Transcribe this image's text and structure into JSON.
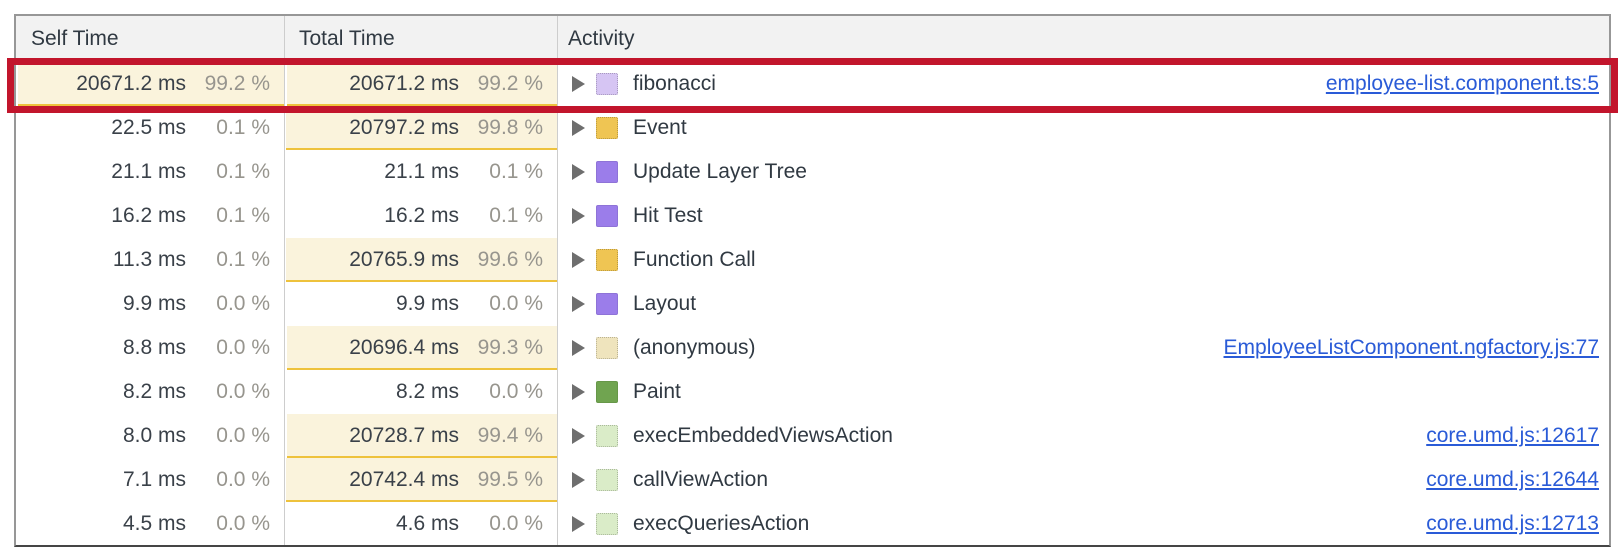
{
  "table": {
    "columns": {
      "self": "Self Time",
      "total": "Total Time",
      "activity": "Activity"
    },
    "rows": [
      {
        "self": "20671.2 ms",
        "self_pct": "99.2 %",
        "self_heat": 99.2,
        "total": "20671.2 ms",
        "total_pct": "99.2 %",
        "total_heat": 99.2,
        "activity": "fibonacci",
        "swatch": "#d6c5f3",
        "dotted": true,
        "link": "employee-list.component.ts:5",
        "highlighted": true
      },
      {
        "self": "22.5 ms",
        "self_pct": "0.1 %",
        "self_heat": 0,
        "total": "20797.2 ms",
        "total_pct": "99.8 %",
        "total_heat": 99.8,
        "activity": "Event",
        "swatch": "#efc553",
        "dotted": true,
        "link": ""
      },
      {
        "self": "21.1 ms",
        "self_pct": "0.1 %",
        "self_heat": 0,
        "total": "21.1 ms",
        "total_pct": "0.1 %",
        "total_heat": 0,
        "activity": "Update Layer Tree",
        "swatch": "#9b7dea",
        "dotted": false,
        "link": ""
      },
      {
        "self": "16.2 ms",
        "self_pct": "0.1 %",
        "self_heat": 0,
        "total": "16.2 ms",
        "total_pct": "0.1 %",
        "total_heat": 0,
        "activity": "Hit Test",
        "swatch": "#9b7dea",
        "dotted": false,
        "link": ""
      },
      {
        "self": "11.3 ms",
        "self_pct": "0.1 %",
        "self_heat": 0,
        "total": "20765.9 ms",
        "total_pct": "99.6 %",
        "total_heat": 99.6,
        "activity": "Function Call",
        "swatch": "#efc553",
        "dotted": true,
        "link": ""
      },
      {
        "self": "9.9 ms",
        "self_pct": "0.0 %",
        "self_heat": 0,
        "total": "9.9 ms",
        "total_pct": "0.0 %",
        "total_heat": 0,
        "activity": "Layout",
        "swatch": "#9b7dea",
        "dotted": false,
        "link": ""
      },
      {
        "self": "8.8 ms",
        "self_pct": "0.0 %",
        "self_heat": 0,
        "total": "20696.4 ms",
        "total_pct": "99.3 %",
        "total_heat": 99.3,
        "activity": "(anonymous)",
        "swatch": "#efe4bd",
        "dotted": true,
        "link": "EmployeeListComponent.ngfactory.js:77"
      },
      {
        "self": "8.2 ms",
        "self_pct": "0.0 %",
        "self_heat": 0,
        "total": "8.2 ms",
        "total_pct": "0.0 %",
        "total_heat": 0,
        "activity": "Paint",
        "swatch": "#70a450",
        "dotted": false,
        "link": ""
      },
      {
        "self": "8.0 ms",
        "self_pct": "0.0 %",
        "self_heat": 0,
        "total": "20728.7 ms",
        "total_pct": "99.4 %",
        "total_heat": 99.4,
        "activity": "execEmbeddedViewsAction",
        "swatch": "#daecc8",
        "dotted": true,
        "link": "core.umd.js:12617"
      },
      {
        "self": "7.1 ms",
        "self_pct": "0.0 %",
        "self_heat": 0,
        "total": "20742.4 ms",
        "total_pct": "99.5 %",
        "total_heat": 99.5,
        "activity": "callViewAction",
        "swatch": "#daecc8",
        "dotted": true,
        "link": "core.umd.js:12644"
      },
      {
        "self": "4.5 ms",
        "self_pct": "0.0 %",
        "self_heat": 0,
        "total": "4.6 ms",
        "total_pct": "0.0 %",
        "total_heat": 0,
        "activity": "execQueriesAction",
        "swatch": "#daecc8",
        "dotted": true,
        "link": "core.umd.js:12713"
      }
    ]
  },
  "colors": {
    "link": "#2a5bd7",
    "heat_background": "#faf3dc",
    "heat_underline": "#eec23c",
    "annotation_red": "#c2152c"
  }
}
